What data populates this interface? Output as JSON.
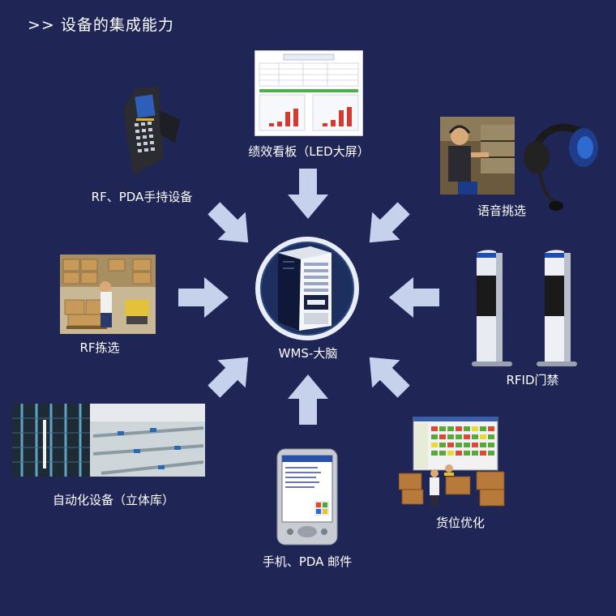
{
  "header": {
    "title": ">> 设备的集成能力"
  },
  "center": {
    "label": "WMS-大脑"
  },
  "nodes": {
    "led": "绩效看板（LED大屏）",
    "rf_pda": "RF、PDA手持设备",
    "voice": "语音挑选",
    "rf_pick": "RF拣选",
    "rfid": "RFID门禁",
    "auto": "自动化设备（立体库）",
    "mobile": "手机、PDA 邮件",
    "slot": "货位优化"
  },
  "colors": {
    "background": "#1f2555",
    "arrow": "#c6d2ec",
    "center_ring": "#2f4a8a"
  }
}
